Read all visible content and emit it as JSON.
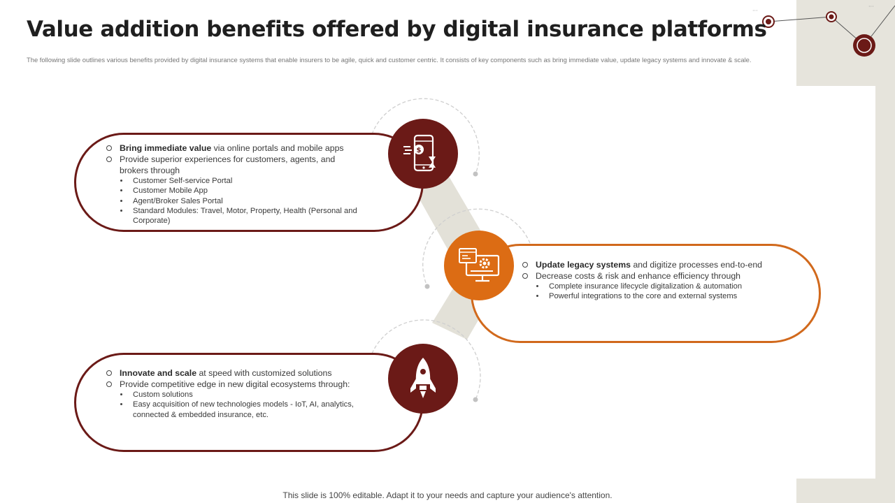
{
  "slide": {
    "title": "Value addition benefits offered by digital insurance platforms",
    "subtitle": "The following slide outlines various benefits provided by digital insurance systems that enable insurers to be agile, quick and customer centric. It consists of key components such as bring immediate  value, update legacy systems and innovate & scale.",
    "footer": "This slide is 100% editable. Adapt it to your needs and capture your audience's attention."
  },
  "colors": {
    "dark_red": "#6b1a17",
    "orange": "#dc6c14",
    "connector": "#e3e1d8",
    "side_panel": "#e6e4dc"
  },
  "cards": [
    {
      "icon": "mobile-money-icon",
      "bullets": [
        {
          "bold": "Bring immediate value",
          "text": " via online portals and mobile apps"
        },
        {
          "bold": "",
          "text": "Provide superior experiences for customers, agents, and brokers through"
        }
      ],
      "sub_bullets": [
        "Customer Self-service Portal",
        "Customer Mobile App",
        "Agent/Broker Sales Portal",
        "Standard Modules: Travel, Motor, Property, Health (Personal and Corporate)"
      ]
    },
    {
      "icon": "monitor-gear-icon",
      "bullets": [
        {
          "bold": "Update legacy systems",
          "text": "  and digitize processes end-to-end"
        },
        {
          "bold": "",
          "text": "Decrease costs & risk and enhance efficiency through"
        }
      ],
      "sub_bullets": [
        "Complete insurance lifecycle digitalization & automation",
        "Powerful integrations to the core and external systems"
      ]
    },
    {
      "icon": "rocket-icon",
      "bullets": [
        {
          "bold": "Innovate and scale",
          "text": " at speed with customized solutions"
        },
        {
          "bold": "",
          "text": "Provide competitive edge in new digital ecosystems through:"
        }
      ],
      "sub_bullets": [
        "Custom solutions",
        "Easy acquisition of new technologies models - IoT, AI, analytics, connected & embedded insurance, etc."
      ]
    }
  ]
}
